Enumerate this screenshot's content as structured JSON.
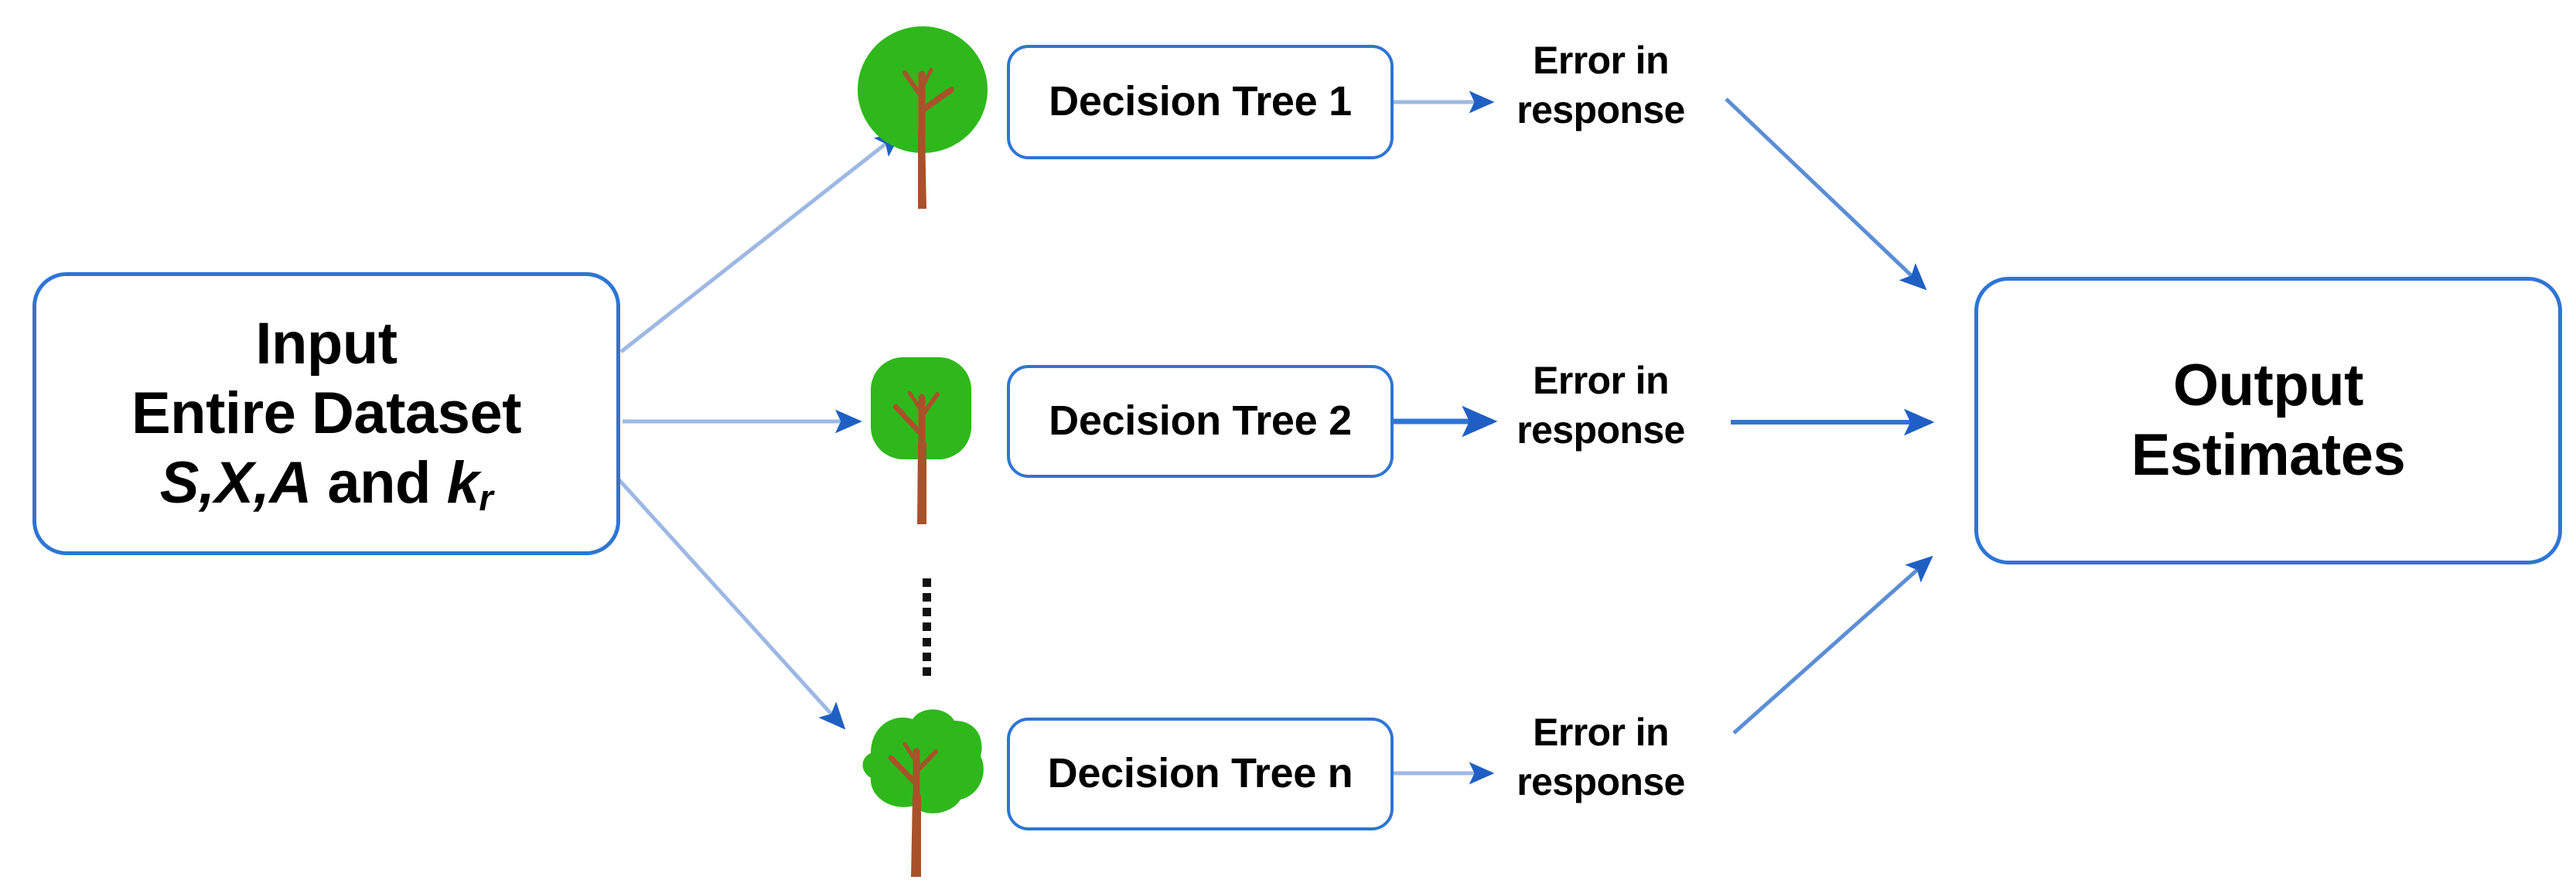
{
  "diagram": {
    "title": "Random forest ensemble flow diagram",
    "colors": {
      "box_border": "#2e75d4",
      "arrow_light": "#9db8e4",
      "arrow_strong": "#2e75d4",
      "arrowhead": "#1f5fc4",
      "tree_canopy": "#2fb81c",
      "tree_trunk": "#a8522a",
      "text": "#000000",
      "background": "#ffffff"
    },
    "input_box": {
      "line1": "Input",
      "line2": "Entire Dataset",
      "line3_prefix": "S,X,A",
      "line3_mid": " and ",
      "line3_var": "k",
      "line3_sub": "r"
    },
    "output_box": {
      "line1": "Output",
      "line2": "Estimates"
    },
    "branches": [
      {
        "tree_icon": "tree-round-icon",
        "tree_box_label": "Decision Tree 1",
        "error_line1": "Error in",
        "error_line2": "response"
      },
      {
        "tree_icon": "tree-square-icon",
        "tree_box_label": "Decision Tree 2",
        "error_line1": "Error in",
        "error_line2": "response"
      },
      {
        "tree_icon": "tree-cloud-icon",
        "tree_box_label": "Decision Tree n",
        "error_line1": "Error in",
        "error_line2": "response"
      }
    ],
    "ellipsis": {
      "name": "vertical-ellipsis",
      "dot_count": 7
    }
  }
}
